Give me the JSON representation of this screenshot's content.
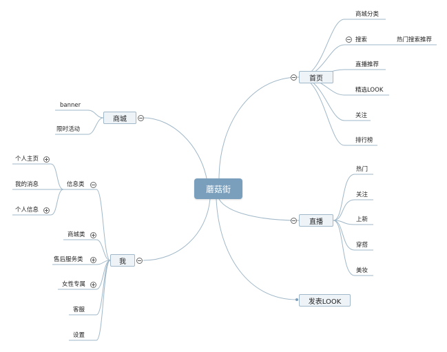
{
  "root": {
    "label": "蘑菇街"
  },
  "branches": {
    "home": {
      "label": "首页",
      "children": [
        "商城分类",
        "搜索",
        "直播推荐",
        "精选LOOK",
        "关注",
        "排行榜"
      ],
      "search_child": "热门搜索推荐"
    },
    "live": {
      "label": "直播",
      "children": [
        "热门",
        "关注",
        "上新",
        "穿搭",
        "美妆"
      ]
    },
    "post": {
      "label": "发表LOOK"
    },
    "mall": {
      "label": "商城",
      "children": [
        "banner",
        "限时活动"
      ]
    },
    "me": {
      "label": "我",
      "children": [
        "信息类",
        "商城类",
        "售后服务类",
        "女性专属",
        "客服",
        "设置"
      ],
      "info_children": [
        "个人主页",
        "我的消息",
        "个人信息"
      ]
    }
  }
}
